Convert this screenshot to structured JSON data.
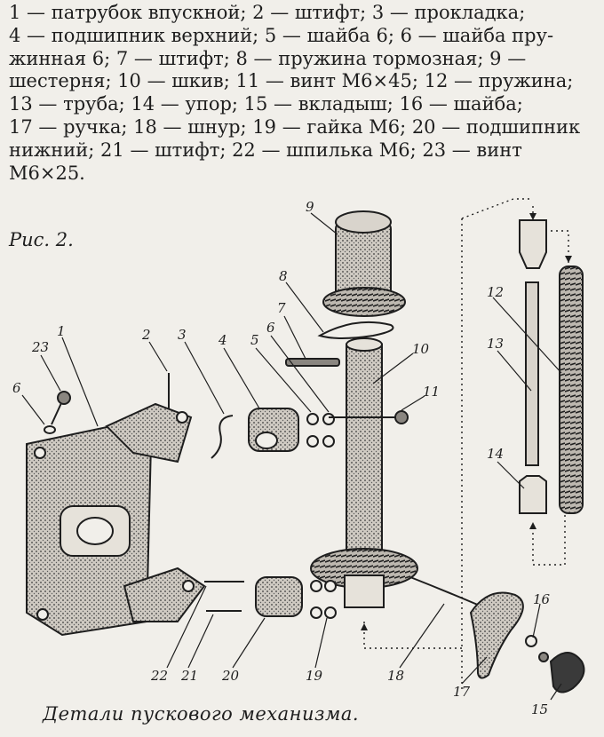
{
  "legend": {
    "line1": "1 — патрубок впускной; 2 — штифт; 3 — прокладка;",
    "line2": "4 — подшипник верхний; 5 — шайба 6; 6 — шайба пру-",
    "line3": "жинная 6; 7 — штифт; 8 — пружина тормозная; 9 —",
    "line4": "шестерня; 10 — шкив; 11 — винт М6×45; 12 — пружина;",
    "line5": "13 — труба; 14 — упор; 15 — вкладыш; 16 — шайба;",
    "line6": "17 — ручка; 18 — шнур; 19 — гайка М6; 20 — подшипник",
    "line7": "нижний; 21 — штифт; 22 — шпилька М6; 23 — винт",
    "line8": "М6×25."
  },
  "figure_label": "Рис. 2.",
  "caption": "Детали пускового механизма.",
  "callouts": {
    "n1": "1",
    "n2": "2",
    "n3": "3",
    "n4": "4",
    "n5": "5",
    "n6a": "6",
    "n6b": "6",
    "n7": "7",
    "n8": "8",
    "n9": "9",
    "n10": "10",
    "n11": "11",
    "n12": "12",
    "n13": "13",
    "n14": "14",
    "n15": "15",
    "n16": "16",
    "n17": "17",
    "n18": "18",
    "n19": "19",
    "n20": "20",
    "n21": "21",
    "n22": "22",
    "n23": "23"
  }
}
